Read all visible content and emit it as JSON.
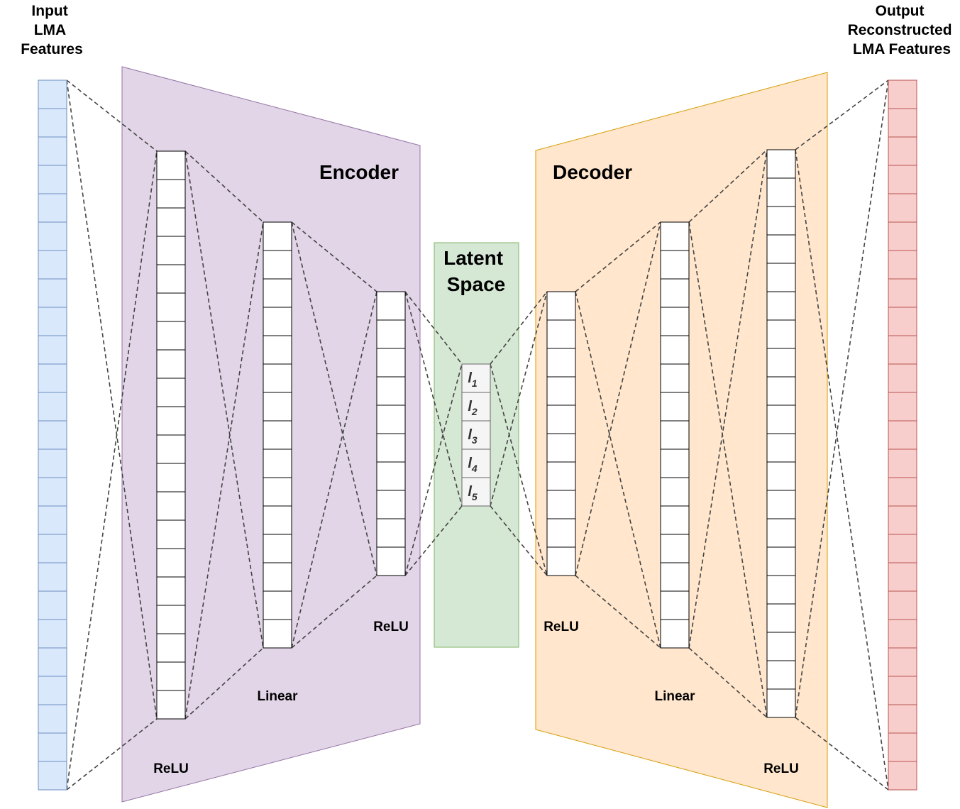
{
  "labels": {
    "input": [
      "Input",
      "LMA",
      "Features"
    ],
    "output": [
      "Output",
      "Reconstructed",
      "LMA Features"
    ],
    "encoder": "Encoder",
    "decoder": "Decoder",
    "latent": [
      "Latent",
      "Space"
    ],
    "enc_relu_outer": "ReLU",
    "enc_linear": "Linear",
    "enc_relu_inner": "ReLU",
    "dec_relu_inner": "ReLU",
    "dec_linear": "Linear",
    "dec_relu_outer": "ReLU"
  },
  "latent_nodes": [
    {
      "base": "l",
      "sub": "1"
    },
    {
      "base": "l",
      "sub": "2"
    },
    {
      "base": "l",
      "sub": "3"
    },
    {
      "base": "l",
      "sub": "4"
    },
    {
      "base": "l",
      "sub": "5"
    }
  ],
  "colors": {
    "encoder_fill": "#e1d5e7",
    "encoder_stroke": "#9673a6",
    "decoder_fill": "#ffe6cc",
    "decoder_stroke": "#d79b00",
    "latent_fill": "#d5e8d4",
    "latent_stroke": "#82b366",
    "input_fill": "#dae8fc",
    "input_stroke": "#6c8ebf",
    "output_fill": "#f8cecc",
    "output_stroke": "#b85450"
  }
}
